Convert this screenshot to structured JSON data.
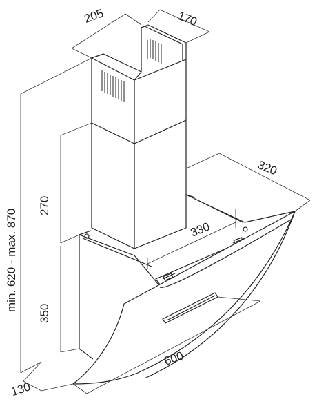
{
  "dimensions": {
    "chimney_width": "205",
    "chimney_depth": "170",
    "hood_depth": "320",
    "bracket_width": "330",
    "hood_width": "600",
    "glass_depth": "130",
    "chimney_height": "270",
    "hood_height": "350",
    "total_height": "min. 620 - max. 870"
  },
  "colors": {
    "stroke": "#222222",
    "dimension_line": "#333333",
    "background": "#ffffff"
  }
}
